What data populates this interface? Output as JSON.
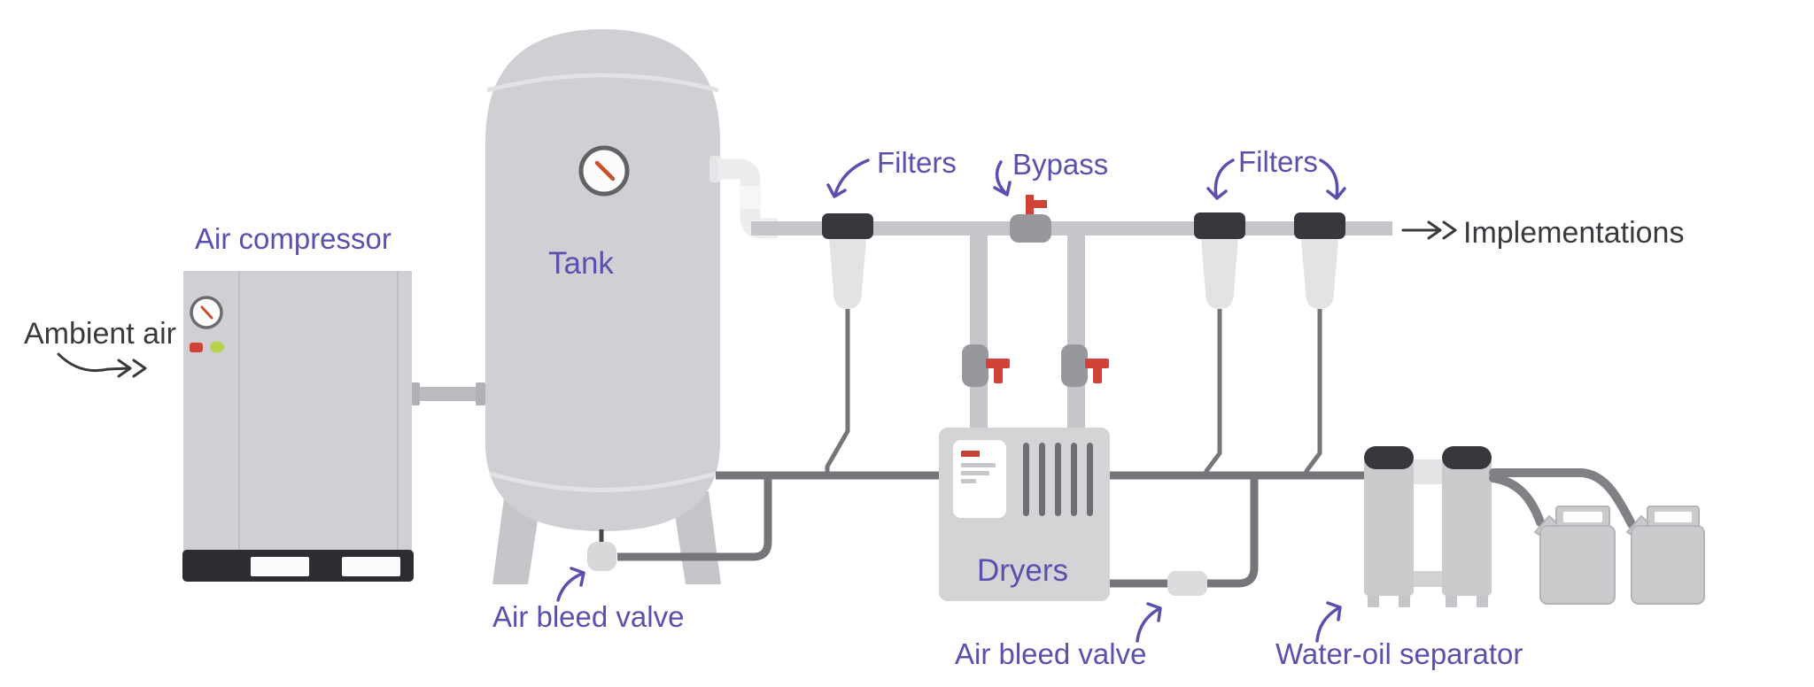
{
  "title": "Compressed air system diagram",
  "colors": {
    "background": "#ffffff",
    "label_purple": "#5a50ad",
    "text_dark": "#3a393e",
    "equipment_gray": "#d0cfd3",
    "equipment_gray_dark": "#c6c5c9",
    "pipe_light": "#c6c5c9",
    "pipe_white": "#ededef",
    "pipe_dark": "#76757a",
    "hose_gray": "#808085",
    "cap_charcoal": "#39373d",
    "valve_gray": "#98979c",
    "valve_light": "#d8d7da",
    "red_accent": "#cf4337",
    "needle_orange": "#c8502f",
    "green_indicator": "#b8d44e",
    "base_black": "#2e2c31",
    "can_gray": "#cbcacd"
  },
  "labels": {
    "ambient_air": "Ambient air",
    "air_compressor": "Air compressor",
    "tank": "Tank",
    "filters_left": "Filters",
    "bypass": "Bypass",
    "filters_right": "Filters",
    "implementations": "Implementations",
    "dryers": "Dryers",
    "air_bleed_valve_tank": "Air bleed valve",
    "air_bleed_valve_dryers": "Air bleed valve",
    "water_oil_separator": "Water-oil separator"
  }
}
